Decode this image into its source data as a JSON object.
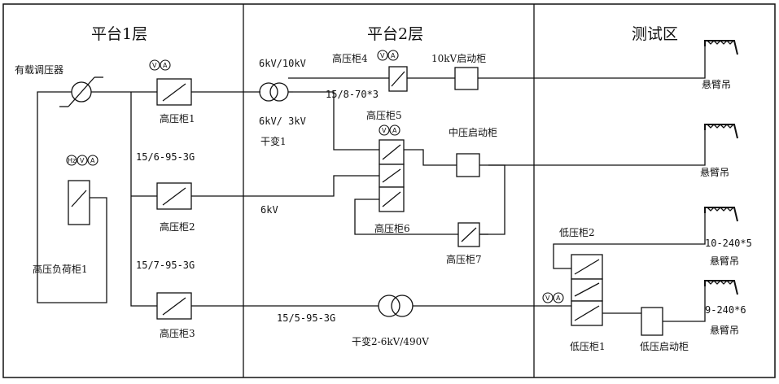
{
  "sections": {
    "platform1": "平台1层",
    "platform2": "平台2层",
    "test_area": "测试区"
  },
  "labels": {
    "onload_regulator": "有载调压器",
    "hv1": "高压柜1",
    "hv2": "高压柜2",
    "hv3": "高压柜3",
    "hv4": "高压柜4",
    "hv5": "高压柜5",
    "hv6": "高压柜6",
    "hv7": "高压柜7",
    "hv_load1": "高压负荷柜1",
    "cable_15_6": "15/6-95-3G",
    "cable_15_7": "15/7-95-3G",
    "cable_15_5": "15/5-95-3G",
    "cable_15_8": "15/8-70*3",
    "v_6_10": "6kV/10kV",
    "v_6_3": "6kV/ 3kV",
    "dry1": "干变1",
    "v_6kv": "6kV",
    "dry2": "干变2-6kV/490V",
    "start_10kv": "10kV启动柜",
    "start_mv": "中压启动柜",
    "lv1": "低压柜1",
    "lv2": "低压柜2",
    "lv_start": "低压启动柜",
    "cable_10_240": "10-240*5",
    "cable_9_240": "9-240*6",
    "cantilever1": "悬臂吊",
    "cantilever2": "悬臂吊",
    "cantilever3": "悬臂吊",
    "cantilever4": "悬臂吊"
  },
  "meters": {
    "v": "V",
    "a": "A",
    "hz": "Hz"
  }
}
